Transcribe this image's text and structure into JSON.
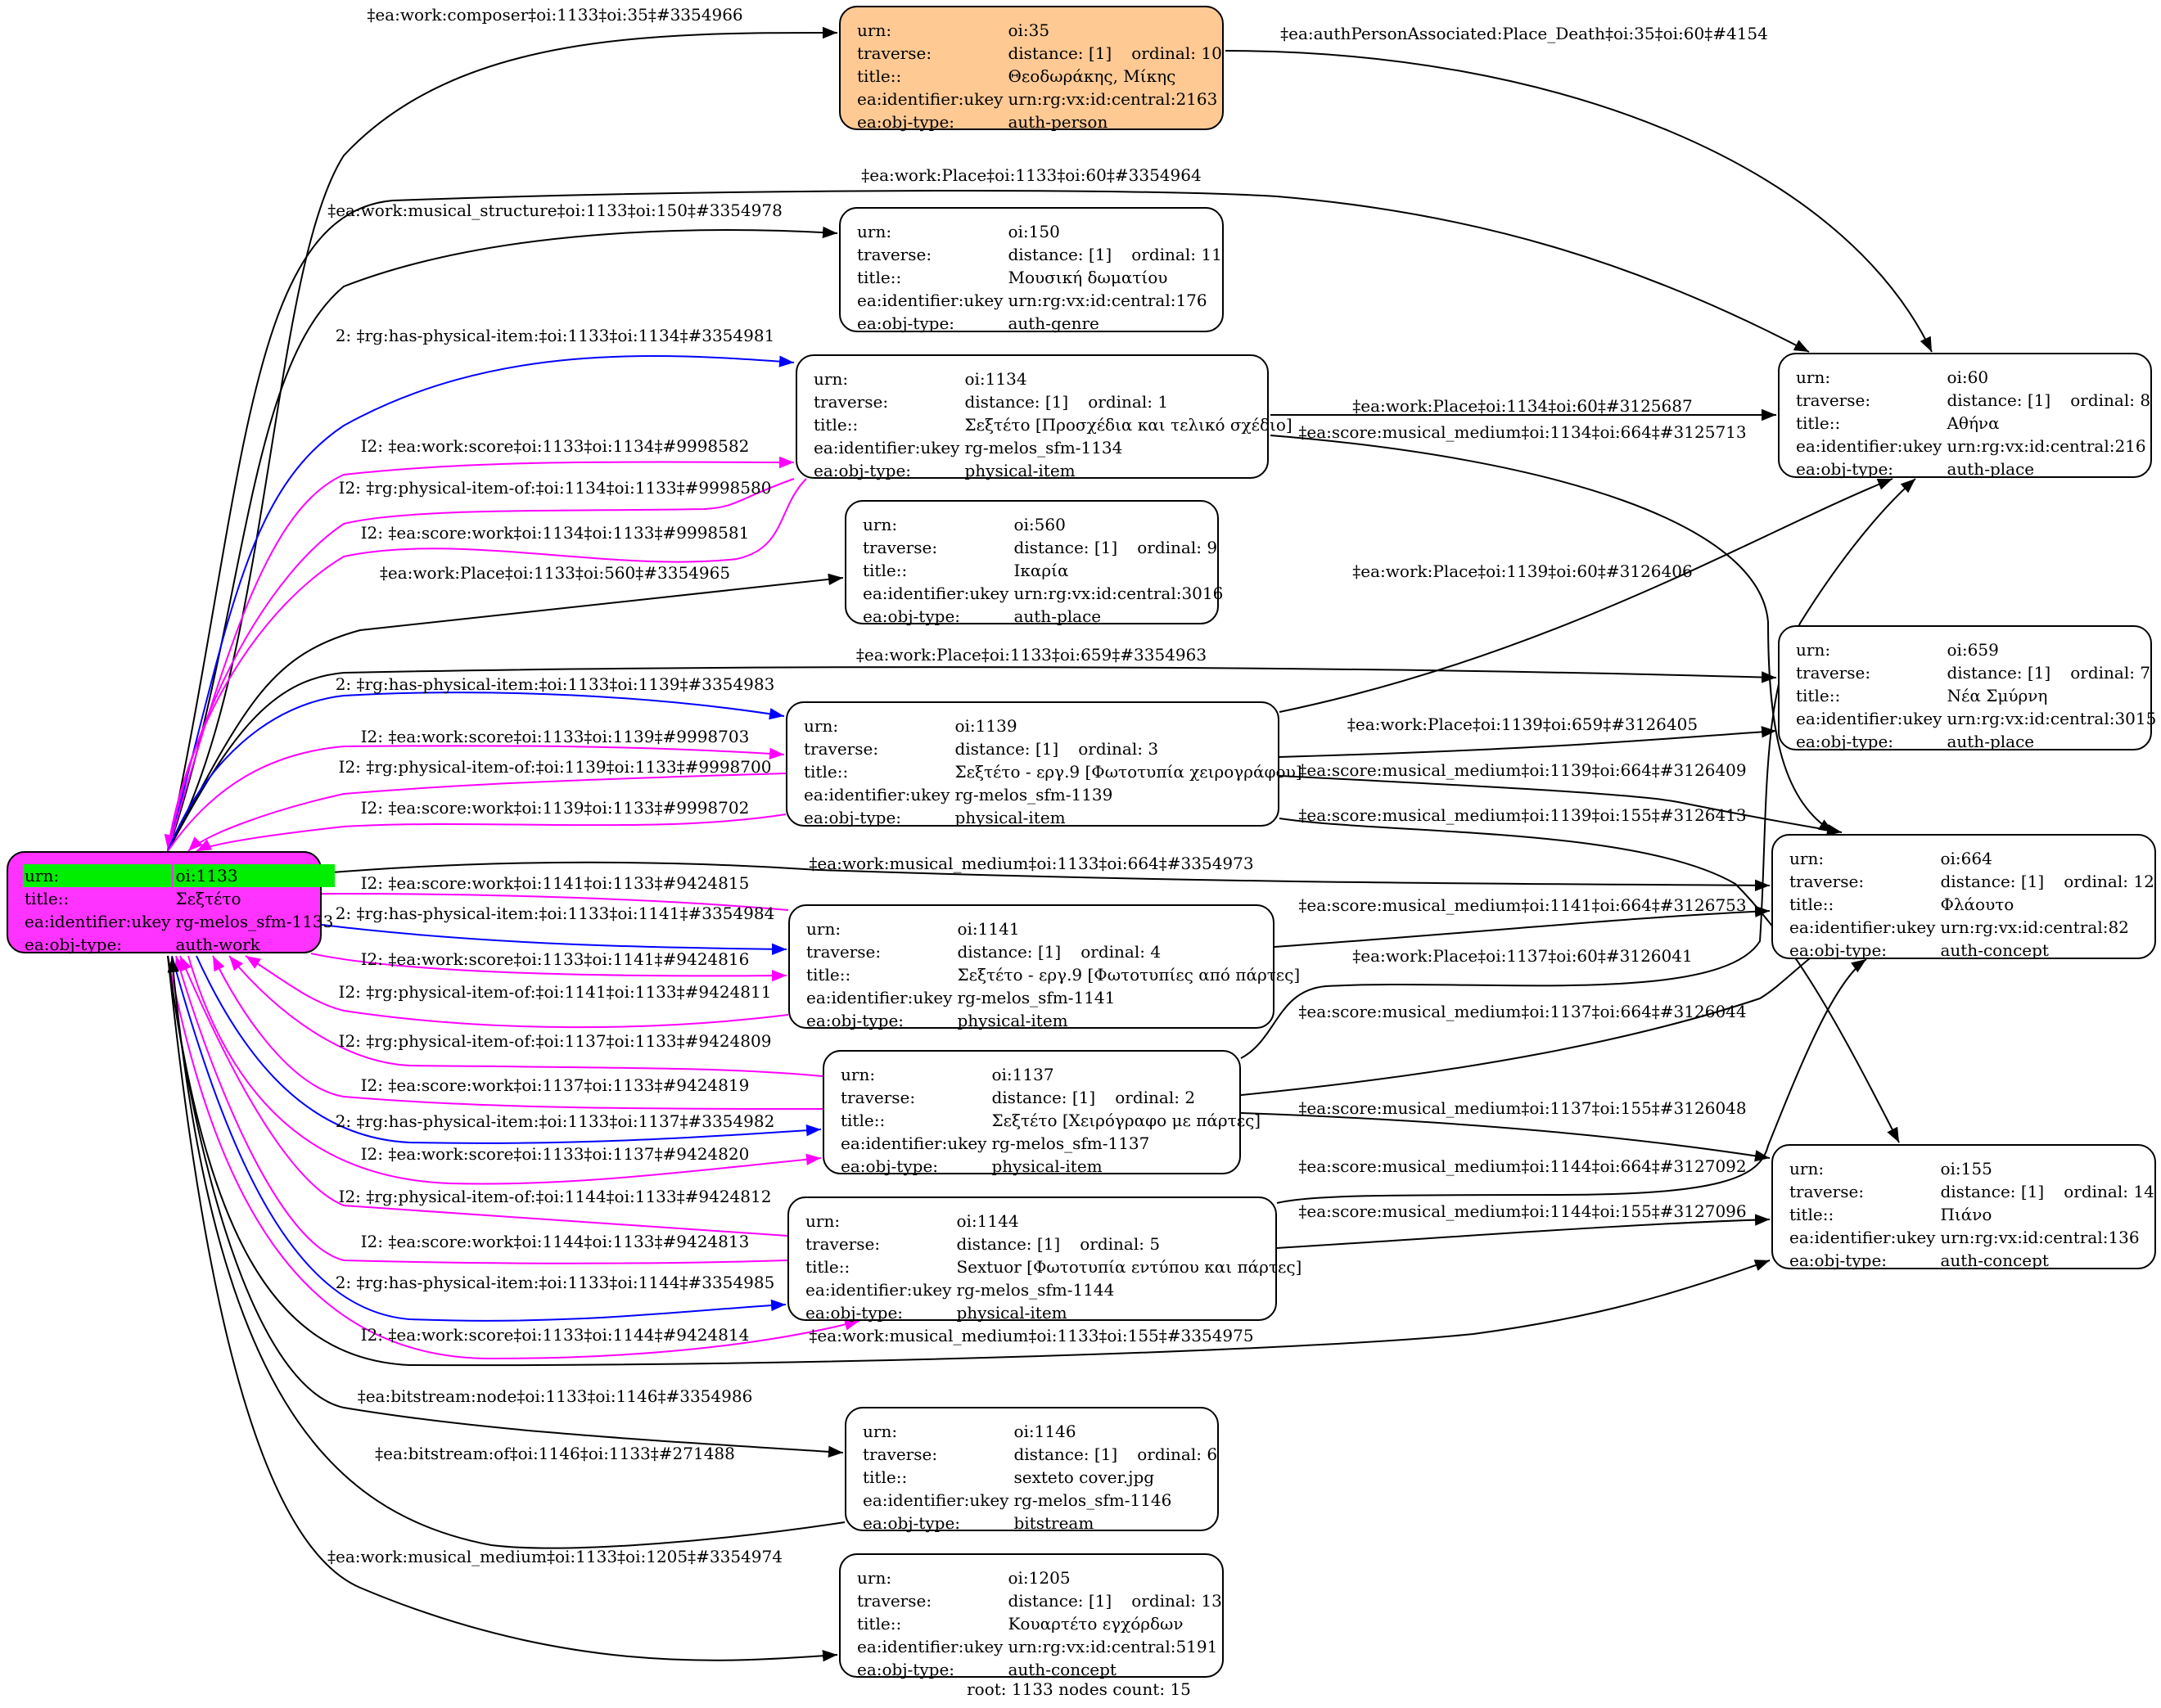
{
  "graph": {
    "footer": "root: 1133 nodes count: 15",
    "colors": {
      "root_fill": "#ff33ff",
      "root_highlight": "#00ee00",
      "person_fill": "#ffc994",
      "edge_default": "#000000",
      "edge_blue": "#0000ff",
      "edge_magenta": "#ff00ff"
    },
    "field_labels": {
      "urn": "urn:",
      "traverse": "traverse:",
      "title": "title::",
      "ukey": "ea:identifier:ukey",
      "type": "ea:obj-type:"
    },
    "nodes": [
      {
        "id": "n1133",
        "kind": "root",
        "urn": "oi:1133",
        "title": "Σεξτέτο",
        "ukey": "rg-melos_sfm-1133",
        "type": "auth-work"
      },
      {
        "id": "n35",
        "kind": "person",
        "urn": "oi:35",
        "distance": "distance: [1]",
        "ordinal": "ordinal: 10",
        "title": "Θεοδωράκης, Μίκης",
        "ukey": "urn:rg:vx:id:central:2163",
        "type": "auth-person"
      },
      {
        "id": "n150",
        "kind": "normal",
        "urn": "oi:150",
        "distance": "distance: [1]",
        "ordinal": "ordinal: 11",
        "title": "Μουσική δωματίου",
        "ukey": "urn:rg:vx:id:central:176",
        "type": "auth-genre"
      },
      {
        "id": "n1134",
        "kind": "normal",
        "urn": "oi:1134",
        "distance": "distance: [1]",
        "ordinal": "ordinal: 1",
        "title": "Σεξτέτο [Προσχέδια και τελικό σχέδιο]",
        "ukey": "rg-melos_sfm-1134",
        "type": "physical-item"
      },
      {
        "id": "n560",
        "kind": "normal",
        "urn": "oi:560",
        "distance": "distance: [1]",
        "ordinal": "ordinal: 9",
        "title": "Ικαρία",
        "ukey": "urn:rg:vx:id:central:3016",
        "type": "auth-place"
      },
      {
        "id": "n1139",
        "kind": "normal",
        "urn": "oi:1139",
        "distance": "distance: [1]",
        "ordinal": "ordinal: 3",
        "title": "Σεξτέτο - εργ.9 [Φωτοτυπία χειρογράφου]",
        "ukey": "rg-melos_sfm-1139",
        "type": "physical-item"
      },
      {
        "id": "n1141",
        "kind": "normal",
        "urn": "oi:1141",
        "distance": "distance: [1]",
        "ordinal": "ordinal: 4",
        "title": "Σεξτέτο - εργ.9 [Φωτοτυπίες από πάρτες]",
        "ukey": "rg-melos_sfm-1141",
        "type": "physical-item"
      },
      {
        "id": "n1137",
        "kind": "normal",
        "urn": "oi:1137",
        "distance": "distance: [1]",
        "ordinal": "ordinal: 2",
        "title": "Σεξτέτο [Χειρόγραφο με πάρτες]",
        "ukey": "rg-melos_sfm-1137",
        "type": "physical-item"
      },
      {
        "id": "n1144",
        "kind": "normal",
        "urn": "oi:1144",
        "distance": "distance: [1]",
        "ordinal": "ordinal: 5",
        "title": "Sextuor [Φωτοτυπία εντύπου και πάρτες]",
        "ukey": "rg-melos_sfm-1144",
        "type": "physical-item"
      },
      {
        "id": "n1146",
        "kind": "normal",
        "urn": "oi:1146",
        "distance": "distance: [1]",
        "ordinal": "ordinal: 6",
        "title": "sexteto cover.jpg",
        "ukey": "rg-melos_sfm-1146",
        "type": "bitstream"
      },
      {
        "id": "n1205",
        "kind": "normal",
        "urn": "oi:1205",
        "distance": "distance: [1]",
        "ordinal": "ordinal: 13",
        "title": "Κουαρτέτο εγχόρδων",
        "ukey": "urn:rg:vx:id:central:5191",
        "type": "auth-concept"
      },
      {
        "id": "n60",
        "kind": "normal",
        "urn": "oi:60",
        "distance": "distance: [1]",
        "ordinal": "ordinal: 8",
        "title": "Αθήνα",
        "ukey": "urn:rg:vx:id:central:216",
        "type": "auth-place"
      },
      {
        "id": "n659",
        "kind": "normal",
        "urn": "oi:659",
        "distance": "distance: [1]",
        "ordinal": "ordinal: 7",
        "title": "Νέα Σμύρνη",
        "ukey": "urn:rg:vx:id:central:3015",
        "type": "auth-place"
      },
      {
        "id": "n664",
        "kind": "normal",
        "urn": "oi:664",
        "distance": "distance: [1]",
        "ordinal": "ordinal: 12",
        "title": "Φλάουτο",
        "ukey": "urn:rg:vx:id:central:82",
        "type": "auth-concept"
      },
      {
        "id": "n155",
        "kind": "normal",
        "urn": "oi:155",
        "distance": "distance: [1]",
        "ordinal": "ordinal: 14",
        "title": "Πιάνο",
        "ukey": "urn:rg:vx:id:central:136",
        "type": "auth-concept"
      }
    ],
    "edges": [
      {
        "id": "e01",
        "from": "n1133",
        "to": "n35",
        "color": "black",
        "label": "‡ea:work:composer‡oi:1133‡oi:35‡#3354966"
      },
      {
        "id": "e02",
        "from": "n35",
        "to": "n60",
        "color": "black",
        "label": "‡ea:authPersonAssociated:Place_Death‡oi:35‡oi:60‡#4154"
      },
      {
        "id": "e03",
        "from": "n1133",
        "to": "n60",
        "color": "black",
        "label": "‡ea:work:Place‡oi:1133‡oi:60‡#3354964"
      },
      {
        "id": "e04",
        "from": "n1133",
        "to": "n150",
        "color": "black",
        "label": "‡ea:work:musical_structure‡oi:1133‡oi:150‡#3354978"
      },
      {
        "id": "e05",
        "from": "n1133",
        "to": "n1134",
        "color": "blue",
        "label": "2: ‡rg:has-physical-item:‡oi:1133‡oi:1134‡#3354981"
      },
      {
        "id": "e06",
        "from": "n1133",
        "to": "n1134",
        "color": "magenta",
        "label": "I2: ‡ea:work:score‡oi:1133‡oi:1134‡#9998582"
      },
      {
        "id": "e07",
        "from": "n1134",
        "to": "n1133",
        "color": "magenta",
        "label": "I2: ‡rg:physical-item-of:‡oi:1134‡oi:1133‡#9998580"
      },
      {
        "id": "e08",
        "from": "n1134",
        "to": "n1133",
        "color": "magenta",
        "label": "I2: ‡ea:score:work‡oi:1134‡oi:1133‡#9998581"
      },
      {
        "id": "e09",
        "from": "n1133",
        "to": "n560",
        "color": "black",
        "label": "‡ea:work:Place‡oi:1133‡oi:560‡#3354965"
      },
      {
        "id": "e10",
        "from": "n1133",
        "to": "n659",
        "color": "black",
        "label": "‡ea:work:Place‡oi:1133‡oi:659‡#3354963"
      },
      {
        "id": "e11",
        "from": "n1133",
        "to": "n1139",
        "color": "blue",
        "label": "2: ‡rg:has-physical-item:‡oi:1133‡oi:1139‡#3354983"
      },
      {
        "id": "e12",
        "from": "n1133",
        "to": "n1139",
        "color": "magenta",
        "label": "I2: ‡ea:work:score‡oi:1133‡oi:1139‡#9998703"
      },
      {
        "id": "e13",
        "from": "n1139",
        "to": "n1133",
        "color": "magenta",
        "label": "I2: ‡rg:physical-item-of:‡oi:1139‡oi:1133‡#9998700"
      },
      {
        "id": "e14",
        "from": "n1139",
        "to": "n1133",
        "color": "magenta",
        "label": "I2: ‡ea:score:work‡oi:1139‡oi:1133‡#9998702"
      },
      {
        "id": "e15",
        "from": "n1133",
        "to": "n664",
        "color": "black",
        "label": "‡ea:work:musical_medium‡oi:1133‡oi:664‡#3354973"
      },
      {
        "id": "e16",
        "from": "n1141",
        "to": "n1133",
        "color": "magenta",
        "label": "I2: ‡ea:score:work‡oi:1141‡oi:1133‡#9424815"
      },
      {
        "id": "e17",
        "from": "n1133",
        "to": "n1141",
        "color": "blue",
        "label": "2: ‡rg:has-physical-item:‡oi:1133‡oi:1141‡#3354984"
      },
      {
        "id": "e18",
        "from": "n1133",
        "to": "n1141",
        "color": "magenta",
        "label": "I2: ‡ea:work:score‡oi:1133‡oi:1141‡#9424816"
      },
      {
        "id": "e19",
        "from": "n1141",
        "to": "n1133",
        "color": "magenta",
        "label": "I2: ‡rg:physical-item-of:‡oi:1141‡oi:1133‡#9424811"
      },
      {
        "id": "e20",
        "from": "n1137",
        "to": "n1133",
        "color": "magenta",
        "label": "I2: ‡rg:physical-item-of:‡oi:1137‡oi:1133‡#9424809"
      },
      {
        "id": "e21",
        "from": "n1137",
        "to": "n1133",
        "color": "magenta",
        "label": "I2: ‡ea:score:work‡oi:1137‡oi:1133‡#9424819"
      },
      {
        "id": "e22",
        "from": "n1133",
        "to": "n1137",
        "color": "blue",
        "label": "2: ‡rg:has-physical-item:‡oi:1133‡oi:1137‡#3354982"
      },
      {
        "id": "e23",
        "from": "n1133",
        "to": "n1137",
        "color": "magenta",
        "label": "I2: ‡ea:work:score‡oi:1133‡oi:1137‡#9424820"
      },
      {
        "id": "e24",
        "from": "n1144",
        "to": "n1133",
        "color": "magenta",
        "label": "I2: ‡rg:physical-item-of:‡oi:1144‡oi:1133‡#9424812"
      },
      {
        "id": "e25",
        "from": "n1144",
        "to": "n1133",
        "color": "magenta",
        "label": "I2: ‡ea:score:work‡oi:1144‡oi:1133‡#9424813"
      },
      {
        "id": "e26",
        "from": "n1133",
        "to": "n1144",
        "color": "blue",
        "label": "2: ‡rg:has-physical-item:‡oi:1133‡oi:1144‡#3354985"
      },
      {
        "id": "e27",
        "from": "n1133",
        "to": "n1144",
        "color": "magenta",
        "label": "I2: ‡ea:work:score‡oi:1133‡oi:1144‡#9424814"
      },
      {
        "id": "e28",
        "from": "n1133",
        "to": "n155",
        "color": "black",
        "label": "‡ea:work:musical_medium‡oi:1133‡oi:155‡#3354975"
      },
      {
        "id": "e29",
        "from": "n1133",
        "to": "n1146",
        "color": "black",
        "label": "‡ea:bitstream:node‡oi:1133‡oi:1146‡#3354986"
      },
      {
        "id": "e30",
        "from": "n1146",
        "to": "n1133",
        "color": "black",
        "label": "‡ea:bitstream:of‡oi:1146‡oi:1133‡#271488"
      },
      {
        "id": "e31",
        "from": "n1133",
        "to": "n1205",
        "color": "black",
        "label": "‡ea:work:musical_medium‡oi:1133‡oi:1205‡#3354974"
      },
      {
        "id": "e32",
        "from": "n1134",
        "to": "n60",
        "color": "black",
        "label": "‡ea:work:Place‡oi:1134‡oi:60‡#3125687"
      },
      {
        "id": "e33",
        "from": "n1134",
        "to": "n664",
        "color": "black",
        "label": "‡ea:score:musical_medium‡oi:1134‡oi:664‡#3125713"
      },
      {
        "id": "e34",
        "from": "n1139",
        "to": "n60",
        "color": "black",
        "label": "‡ea:work:Place‡oi:1139‡oi:60‡#3126406"
      },
      {
        "id": "e35",
        "from": "n1139",
        "to": "n659",
        "color": "black",
        "label": "‡ea:work:Place‡oi:1139‡oi:659‡#3126405"
      },
      {
        "id": "e36",
        "from": "n1139",
        "to": "n664",
        "color": "black",
        "label": "‡ea:score:musical_medium‡oi:1139‡oi:664‡#3126409"
      },
      {
        "id": "e37",
        "from": "n1139",
        "to": "n155",
        "color": "black",
        "label": "‡ea:score:musical_medium‡oi:1139‡oi:155‡#3126413"
      },
      {
        "id": "e38",
        "from": "n1141",
        "to": "n664",
        "color": "black",
        "label": "‡ea:score:musical_medium‡oi:1141‡oi:664‡#3126753"
      },
      {
        "id": "e39",
        "from": "n1137",
        "to": "n60",
        "color": "black",
        "label": "‡ea:work:Place‡oi:1137‡oi:60‡#3126041"
      },
      {
        "id": "e40",
        "from": "n1137",
        "to": "n664",
        "color": "black",
        "label": "‡ea:score:musical_medium‡oi:1137‡oi:664‡#3126044"
      },
      {
        "id": "e41",
        "from": "n1137",
        "to": "n155",
        "color": "black",
        "label": "‡ea:score:musical_medium‡oi:1137‡oi:155‡#3126048"
      },
      {
        "id": "e42",
        "from": "n1144",
        "to": "n664",
        "color": "black",
        "label": "‡ea:score:musical_medium‡oi:1144‡oi:664‡#3127092"
      },
      {
        "id": "e43",
        "from": "n1144",
        "to": "n155",
        "color": "black",
        "label": "‡ea:score:musical_medium‡oi:1144‡oi:155‡#3127096"
      }
    ]
  }
}
